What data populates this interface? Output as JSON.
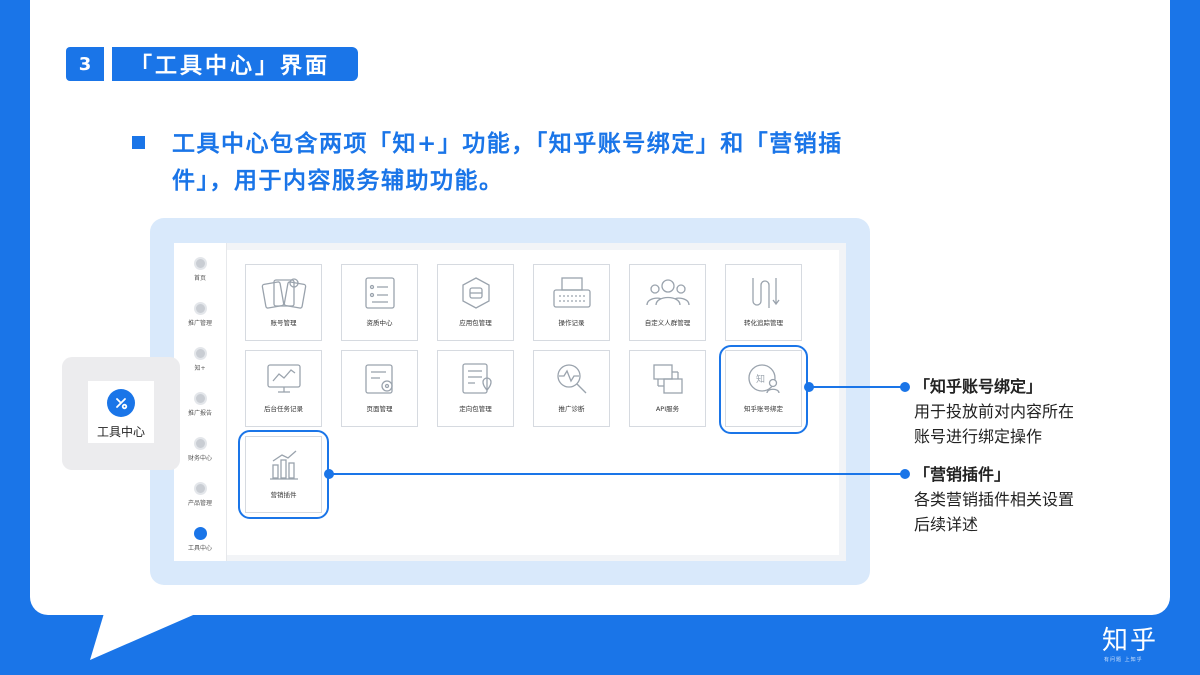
{
  "section": {
    "number": "3",
    "title": "「工具中心」界面"
  },
  "bullet": {
    "line1": "工具中心包含两项「知+」功能，「知乎账号绑定」和「营销插",
    "line2": "件」，用于内容服务辅助功能。"
  },
  "sidebar": {
    "items": [
      {
        "label": "首页",
        "icon": "home-icon"
      },
      {
        "label": "推广管理",
        "icon": "promotion-icon"
      },
      {
        "label": "知+",
        "icon": "zhi-plus-icon"
      },
      {
        "label": "推广报告",
        "icon": "report-icon"
      },
      {
        "label": "财务中心",
        "icon": "finance-icon"
      },
      {
        "label": "产品管理",
        "icon": "product-icon"
      },
      {
        "label": "工具中心",
        "icon": "tools-icon",
        "active": true
      }
    ]
  },
  "tools": [
    {
      "label": "账号管理",
      "icon": "cards-icon"
    },
    {
      "label": "资质中心",
      "icon": "document-list-icon"
    },
    {
      "label": "应用包管理",
      "icon": "package-icon"
    },
    {
      "label": "操作记录",
      "icon": "typewriter-icon"
    },
    {
      "label": "自定义人群管理",
      "icon": "people-group-icon"
    },
    {
      "label": "转化追踪管理",
      "icon": "tracking-icon"
    },
    {
      "label": "后台任务记录",
      "icon": "monitor-chart-icon"
    },
    {
      "label": "页面管理",
      "icon": "page-settings-icon"
    },
    {
      "label": "定向包管理",
      "icon": "targeting-document-icon"
    },
    {
      "label": "推广诊断",
      "icon": "diagnosis-icon"
    },
    {
      "label": "API服务",
      "icon": "api-icon"
    },
    {
      "label": "知乎账号绑定",
      "icon": "account-bind-icon"
    },
    {
      "label": "营销插件",
      "icon": "bar-chart-icon"
    }
  ],
  "popout": {
    "label": "工具中心",
    "icon": "tools-icon"
  },
  "annotations": [
    {
      "title": "「知乎账号绑定」",
      "lines": [
        "用于投放前对内容所在",
        "账号进行绑定操作"
      ]
    },
    {
      "title": "「营销插件」",
      "lines": [
        "各类营销插件相关设置",
        "后续详述"
      ]
    }
  ],
  "logo": {
    "text": "知乎",
    "subtitle": "有问题 上知乎"
  },
  "colors": {
    "accent": "#1a75e8",
    "frame": "#d9e9fb",
    "popout_bg": "#ececee"
  }
}
